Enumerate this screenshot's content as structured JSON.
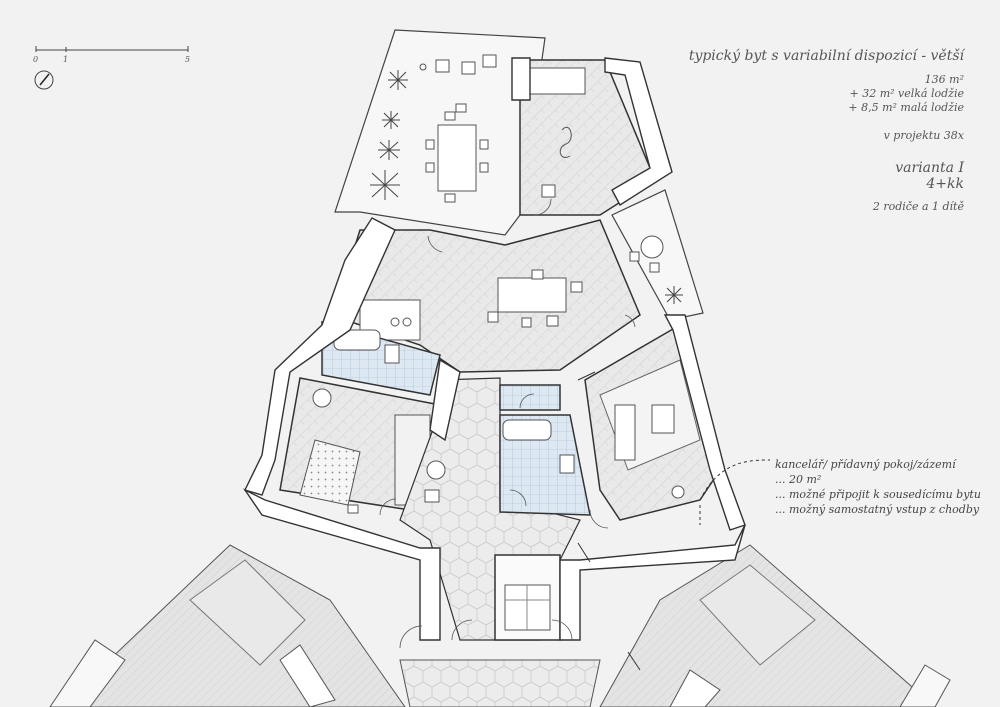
{
  "header": {
    "title": "typický byt s variabilní dispozicí - větší",
    "area_main": "136 m²",
    "area_loggia_big": "+ 32 m² velká lodžie",
    "area_loggia_small": "+ 8,5 m² malá lodžie",
    "project_count": "v projektu 38x",
    "variant": "varianta I",
    "layout": "4+kk",
    "occupants": "2 rodiče a 1 dítě"
  },
  "note": {
    "line1": "kancelář/ přídavný pokoj/zázemí",
    "line2": "... 20 m²",
    "line3": "... možné připojit k sousedícímu bytu",
    "line4": "... možný samostatný vstup z chodby"
  },
  "scale": {
    "labels": [
      "0",
      "1",
      "5"
    ]
  },
  "colors": {
    "background": "#f2f2f2",
    "wall": "#ffffff",
    "wall_stroke": "#333333",
    "tile": "#dde8f3",
    "floor": "#e6e6e6"
  }
}
